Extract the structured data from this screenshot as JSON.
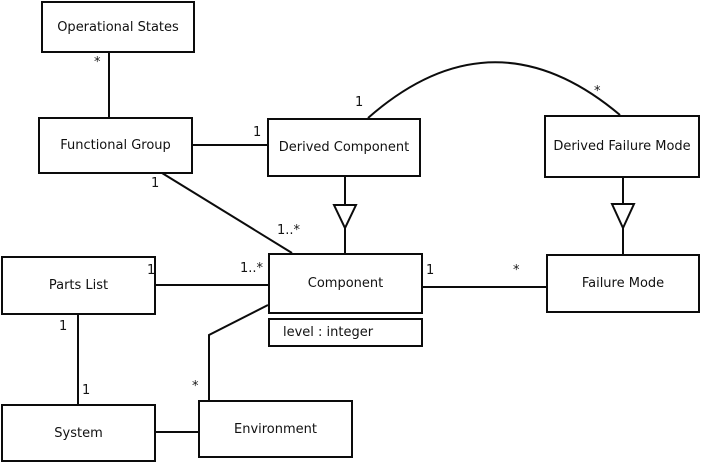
{
  "classes": {
    "operational_states": {
      "name": "Operational States"
    },
    "functional_group": {
      "name": "Functional Group"
    },
    "derived_component": {
      "name": "Derived Component"
    },
    "derived_failure_mode": {
      "name": "Derived Failure Mode"
    },
    "parts_list": {
      "name": "Parts List"
    },
    "component": {
      "name": "Component",
      "attribute": "level : integer"
    },
    "failure_mode": {
      "name": "Failure Mode"
    },
    "system": {
      "name": "System"
    },
    "environment": {
      "name": "Environment"
    }
  },
  "multiplicities": {
    "opstates_to_fg": "*",
    "fg_to_component_src": "1",
    "fg_to_dc": "1",
    "dc_curve_end": "1",
    "dfm_curve_end": "*",
    "fg_to_component_dst": "1..*",
    "pl_to_component_src": "1",
    "pl_to_component_dst": "1..*",
    "component_to_fm_src": "1",
    "component_to_fm_dst": "*",
    "pl_to_system_src": "1",
    "pl_to_system_dst": "1",
    "component_to_env_dst": "*"
  },
  "edges": [
    {
      "from": "Operational States",
      "to": "Functional Group",
      "type": "association",
      "from_mult": "*"
    },
    {
      "from": "Functional Group",
      "to": "Derived Component",
      "type": "association",
      "from_mult": "1"
    },
    {
      "from": "Functional Group",
      "to": "Component",
      "type": "association",
      "from_mult": "1",
      "to_mult": "1..*"
    },
    {
      "from": "Derived Component",
      "to": "Derived Failure Mode",
      "type": "association (arc)",
      "from_mult": "1",
      "to_mult": "*"
    },
    {
      "from": "Derived Component",
      "to": "Component",
      "type": "generalization"
    },
    {
      "from": "Derived Failure Mode",
      "to": "Failure Mode",
      "type": "generalization"
    },
    {
      "from": "Parts List",
      "to": "Component",
      "type": "association",
      "from_mult": "1",
      "to_mult": "1..*"
    },
    {
      "from": "Component",
      "to": "Failure Mode",
      "type": "association",
      "from_mult": "1",
      "to_mult": "*"
    },
    {
      "from": "Parts List",
      "to": "System",
      "type": "association",
      "from_mult": "1",
      "to_mult": "1"
    },
    {
      "from": "System",
      "to": "Environment",
      "type": "association"
    },
    {
      "from": "Component",
      "to": "Environment",
      "type": "association",
      "to_mult": "*"
    }
  ]
}
